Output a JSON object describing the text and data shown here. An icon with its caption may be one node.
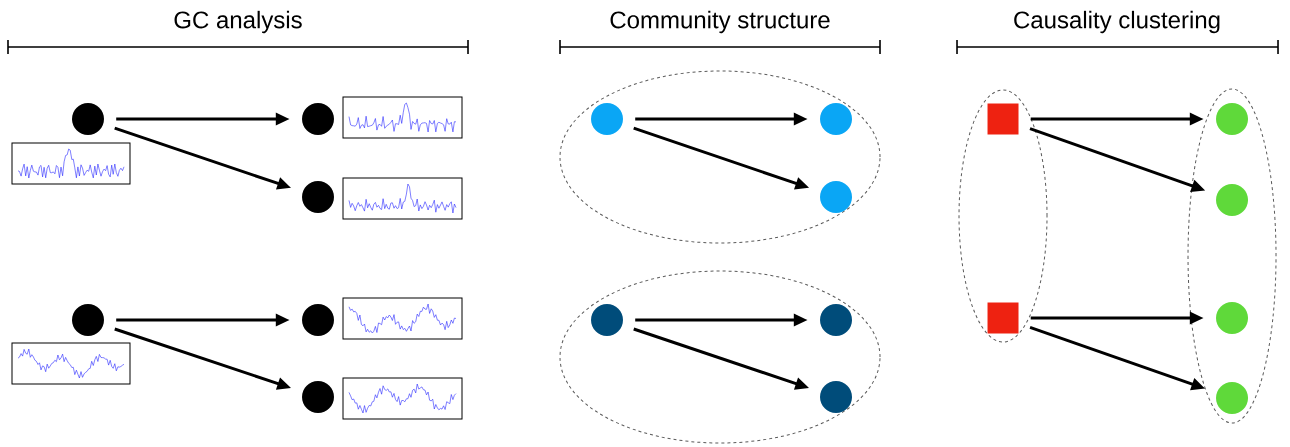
{
  "diagram": {
    "nodes": [
      {
        "text": [],
        "shape": "circle"
      },
      {
        "text": [],
        "shape": "circle"
      },
      {
        "text": [],
        "shape": "circle"
      },
      {
        "text": [],
        "shape": "circle"
      },
      {
        "text": [],
        "shape": "circle"
      },
      {
        "text": [],
        "shape": "circle"
      },
      {
        "text": [],
        "shape": "ellipse"
      },
      {
        "text": [],
        "shape": "circle",
        "in": 6
      },
      {
        "text": [],
        "shape": "circle",
        "in": 6
      },
      {
        "text": [],
        "shape": "circle",
        "in": 6
      },
      {
        "text": [],
        "shape": "ellipse"
      },
      {
        "text": [],
        "shape": "circle",
        "in": 10
      },
      {
        "text": [],
        "shape": "circle",
        "in": 10
      },
      {
        "text": [],
        "shape": "circle",
        "in": 10
      },
      {
        "text": [],
        "shape": "ellipse"
      },
      {
        "text": [],
        "shape": "box",
        "in": 14
      },
      {
        "text": [],
        "shape": "box",
        "in": 14
      },
      {
        "text": [],
        "shape": "ellipse"
      },
      {
        "text": [],
        "shape": "circle",
        "in": 17
      },
      {
        "text": [],
        "shape": "circle",
        "in": 17
      },
      {
        "text": [],
        "shape": "circle",
        "in": 17
      },
      {
        "text": [],
        "shape": "circle",
        "in": 17
      }
    ],
    "edges": [
      {
        "from": 0,
        "to": 1,
        "arrow": "to"
      },
      {
        "from": 0,
        "to": 2,
        "arrow": "to"
      },
      {
        "from": 3,
        "to": 4,
        "arrow": "to"
      },
      {
        "from": 3,
        "to": 5,
        "arrow": "to"
      },
      {
        "from": 7,
        "to": 8,
        "arrow": "to"
      },
      {
        "from": 7,
        "to": 9,
        "arrow": "to"
      },
      {
        "from": 11,
        "to": 12,
        "arrow": "to"
      },
      {
        "from": 11,
        "to": 13,
        "arrow": "to"
      },
      {
        "from": 15,
        "to": 18,
        "arrow": "to"
      },
      {
        "from": 15,
        "to": 19,
        "arrow": "to"
      },
      {
        "from": 16,
        "to": 20,
        "arrow": "to"
      },
      {
        "from": 16,
        "to": 21,
        "arrow": "to"
      }
    ],
    "labels": [
      "GC analysis",
      "Community structure",
      "Causality clustering"
    ]
  }
}
